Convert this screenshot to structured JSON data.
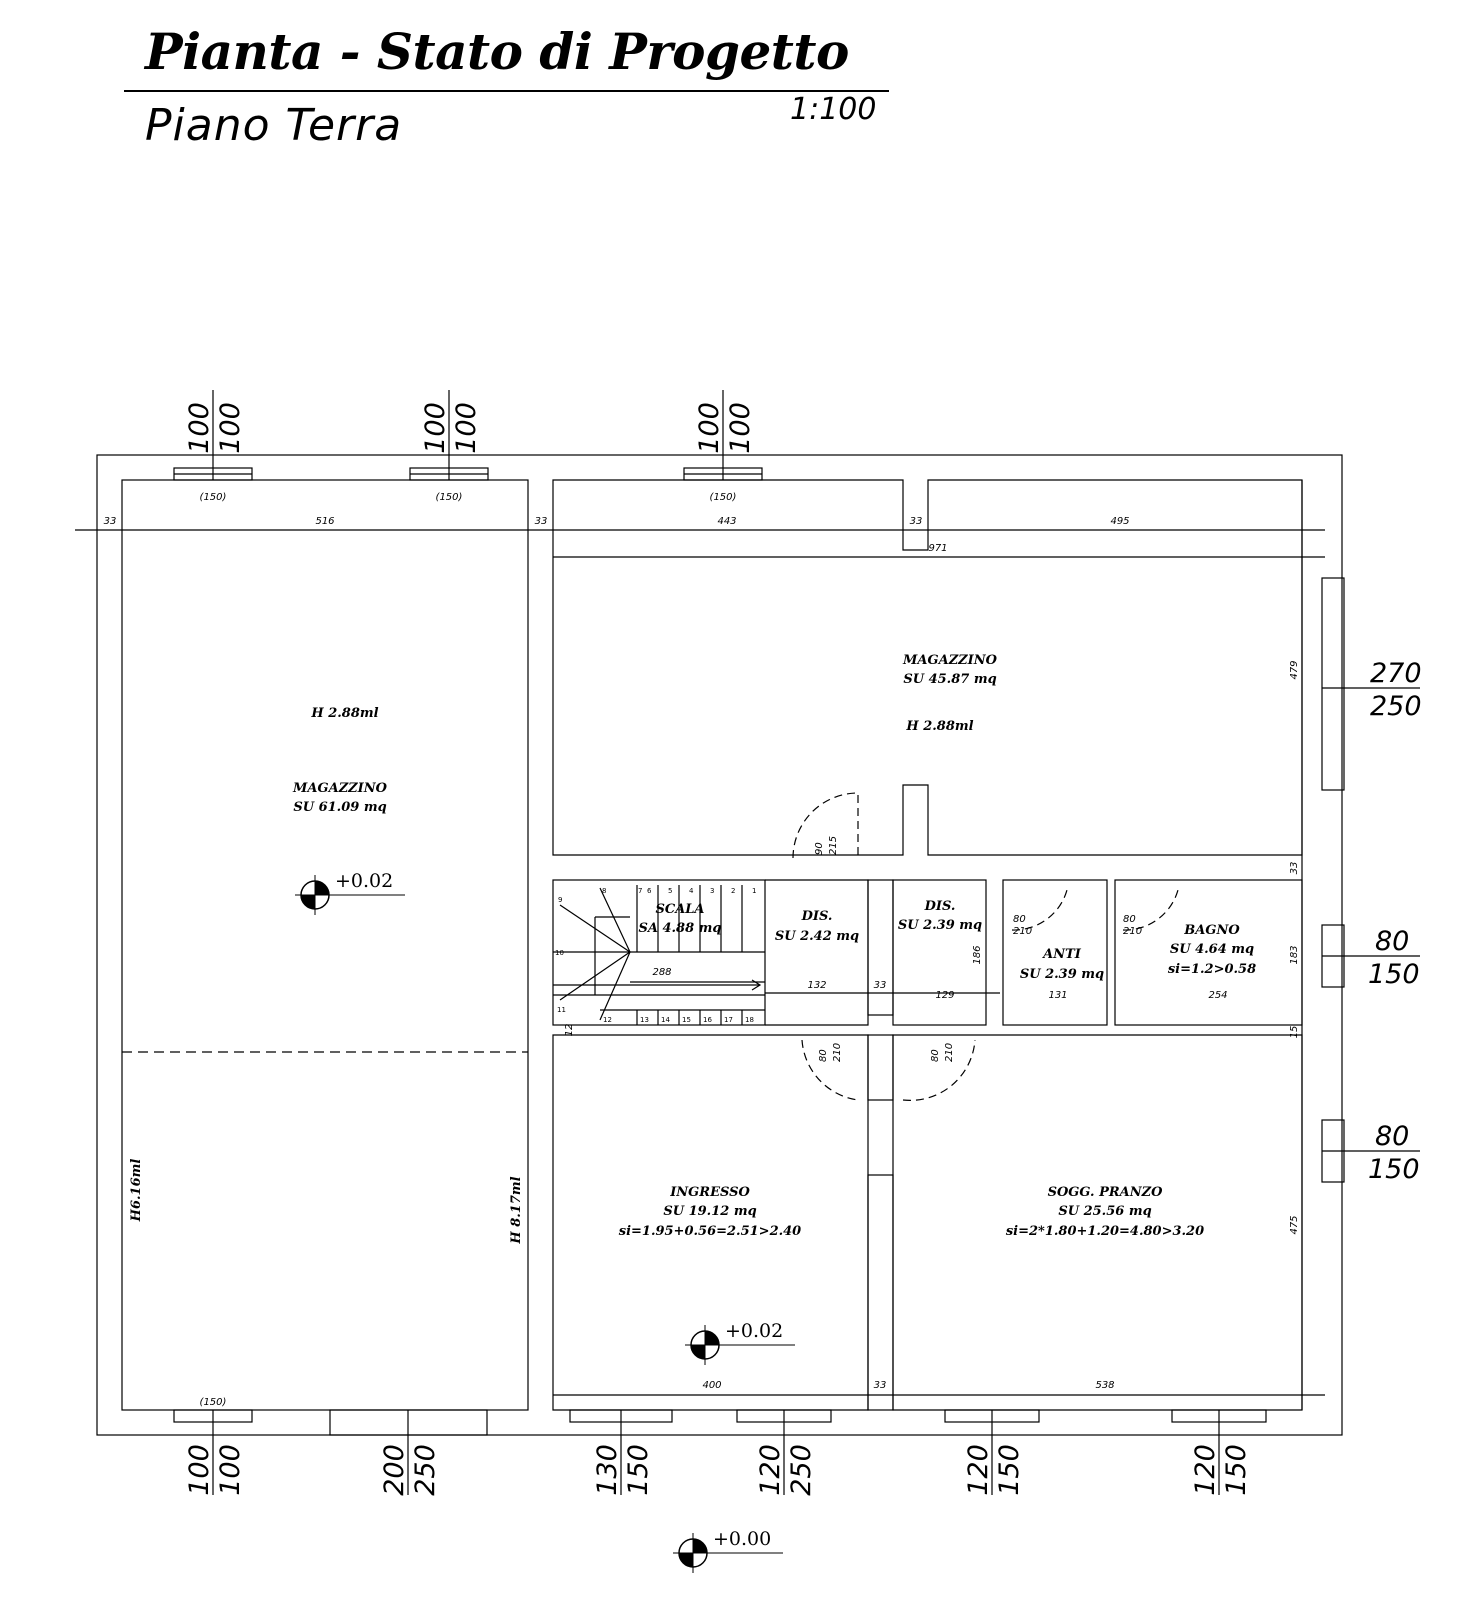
{
  "header": {
    "title": "Pianta - Stato di Progetto",
    "subtitle": "Piano  Terra",
    "scale": "1:100"
  },
  "rooms": {
    "magazzino_left": {
      "name": "MAGAZZINO",
      "area": "SU 61.09 mq",
      "height": "H 2.88ml"
    },
    "magazzino_top": {
      "name": "MAGAZZINO",
      "area": "SU 45.87 mq",
      "height": "H 2.88ml"
    },
    "scala": {
      "name": "SCALA",
      "area": "SA 4.88 mq",
      "dim": "288"
    },
    "dis1": {
      "name": "DIS.",
      "area": "SU 2.42 mq"
    },
    "dis2": {
      "name": "DIS.",
      "area": "SU 2.39 mq"
    },
    "anti": {
      "name": "ANTI",
      "area": "SU 2.39 mq",
      "dim": "131"
    },
    "bagno": {
      "name": "BAGNO",
      "area": "SU 4.64 mq",
      "si": "si=1.2>0.58",
      "dim": "254"
    },
    "ingresso": {
      "name": "INGRESSO",
      "area": "SU 19.12 mq",
      "si": "si=1.95+0.56=2.51>2.40"
    },
    "soggiorno": {
      "name": "SOGG. PRANZO",
      "area": "SU 25.56 mq",
      "si": "si=2*1.80+1.20=4.80>3.20"
    },
    "left_heights": {
      "h1": "H6.16ml",
      "h2": "H 8.17ml"
    }
  },
  "elevations": {
    "magazzino": "+0.02",
    "ingresso": "+0.02",
    "exterior": "+0.00"
  },
  "dimensions": {
    "top_row": [
      "33",
      "516",
      "33",
      "443",
      "33",
      "495"
    ],
    "top_inner": "971",
    "right_479": "479",
    "right_33a": "33",
    "right_183": "183",
    "right_15": "15",
    "right_475": "475",
    "dis1_width": "132",
    "mid_33": "33",
    "dis2_width": "129",
    "dis2_height": "186",
    "stair_12": "12",
    "bottom_400": "400",
    "bottom_33": "33",
    "bottom_538": "538"
  },
  "windows": {
    "top_a": {
      "w": "100",
      "h": "100",
      "sill": "(150)"
    },
    "top_b": {
      "w": "100",
      "h": "100",
      "sill": "(150)"
    },
    "top_c": {
      "w": "100",
      "h": "100",
      "sill": "(150)"
    },
    "right_a": {
      "w": "270",
      "h": "250"
    },
    "right_b": {
      "w": "80",
      "h": "150"
    },
    "right_c": {
      "w": "80",
      "h": "150"
    },
    "bottom_a": {
      "w": "100",
      "h": "100",
      "sill": "(150)"
    },
    "bottom_b": {
      "w": "200",
      "h": "250"
    },
    "bottom_c": {
      "w": "130",
      "h": "150"
    },
    "bottom_d": {
      "w": "120",
      "h": "250"
    },
    "bottom_e": {
      "w": "120",
      "h": "150"
    },
    "bottom_f": {
      "w": "120",
      "h": "150"
    }
  },
  "doors": {
    "d1": {
      "w": "90",
      "h": "215"
    },
    "d2": {
      "w": "80",
      "h": "210"
    },
    "d3": {
      "w": "80",
      "h": "210"
    },
    "d4": {
      "w": "80",
      "h": "210"
    },
    "d5": {
      "w": "80",
      "h": "210"
    }
  },
  "stair_steps": [
    "1",
    "2",
    "3",
    "4",
    "5",
    "6",
    "7",
    "8",
    "9",
    "10",
    "11",
    "12",
    "13",
    "14",
    "15",
    "16",
    "17",
    "18"
  ]
}
